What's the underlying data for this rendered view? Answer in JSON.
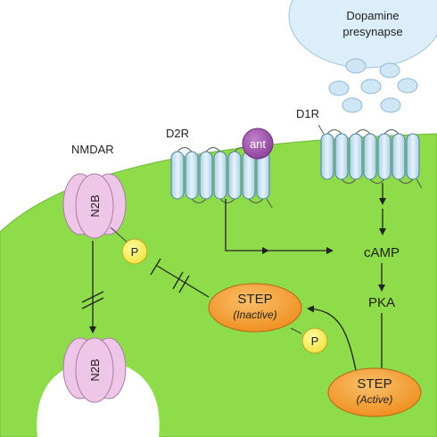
{
  "labels": {
    "presynapse_line1": "Dopamine",
    "presynapse_line2": "presynapse",
    "d1r": "D1R",
    "d2r": "D2R",
    "antagonist": "ant",
    "nmdar": "NMDAR",
    "n2b_top": "N2B",
    "n2b_bottom": "N2B",
    "phospho_receptor": "P",
    "phospho_step": "P",
    "camp": "cAMP",
    "pka": "PKA",
    "step_inactive_name": "STEP",
    "step_inactive_state": "(Inactive)",
    "step_active_name": "STEP",
    "step_active_state": "(Active)"
  },
  "colors": {
    "cytoplasm": "#8fdc4a",
    "presynapse": "#dbeefa",
    "dopamine": "#cfe7f5",
    "receptor_helix": "#cde6f5",
    "antagonist": "#9c52a8",
    "nmdar": "#eec6e8",
    "phosphate": "#f6ee4c",
    "step": "#f39a2a"
  }
}
